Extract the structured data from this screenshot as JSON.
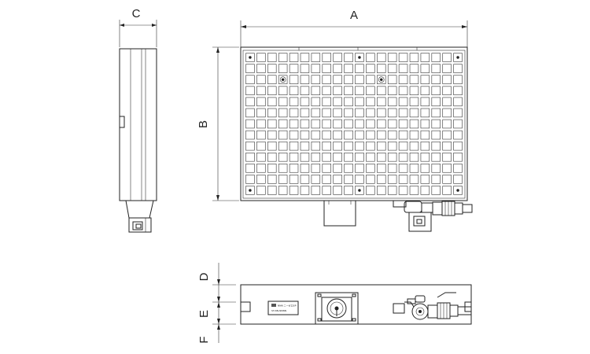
{
  "dimensions": {
    "a": "A",
    "b": "B",
    "c": "C",
    "d": "D",
    "e": "E",
    "f": "F"
  },
  "nameplate": {
    "lines": [
      "NNN ニーゼロSP",
      "ST-NN-NNNN"
    ]
  },
  "grid": {
    "columns": 20,
    "rows": 13
  }
}
